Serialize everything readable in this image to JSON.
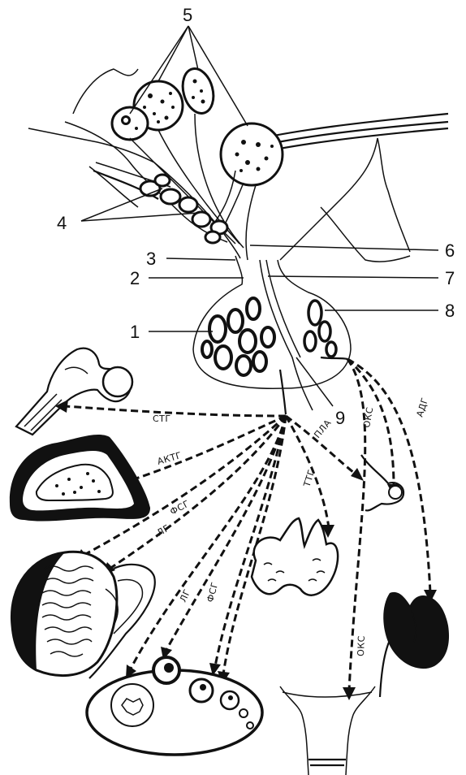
{
  "numbers": {
    "n1": "1",
    "n2": "2",
    "n3": "3",
    "n4": "4",
    "n5": "5",
    "n6": "6",
    "n7": "7",
    "n8": "8",
    "n9": "9"
  },
  "hormones": {
    "stg": "СТГ",
    "aktg": "АКТГ",
    "fsg_male": "ФСГ",
    "lg_male": "ЛГ",
    "lg_female": "ЛГ",
    "fsg_female": "ФСГ",
    "ttg": "ТТГ",
    "pla": "ПЛА",
    "oks_breast": "ОКС",
    "adg": "АДГ",
    "oks_uterus": "ОКС"
  },
  "icons": [
    "bone-icon",
    "adrenal-icon",
    "testis-icon",
    "thyroid-icon",
    "ovary-icon",
    "breast-icon",
    "kidney-icon",
    "uterus-icon",
    "pituitary-icon",
    "neuron-icon"
  ]
}
